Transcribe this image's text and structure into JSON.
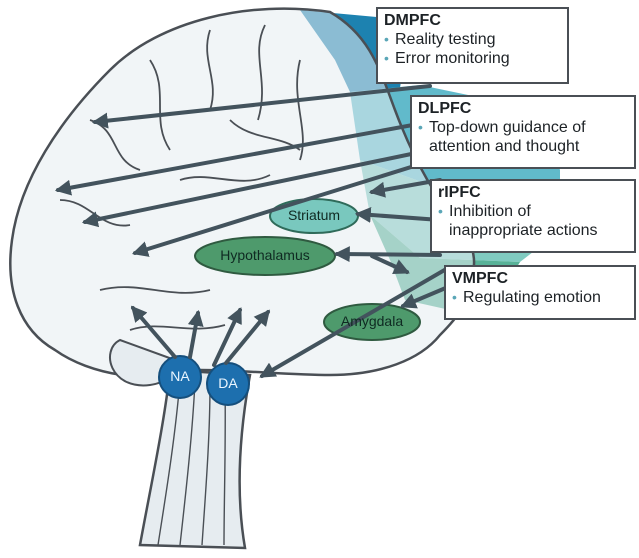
{
  "regions": [
    {
      "id": "dmpfc",
      "title": "DMPFC",
      "items": [
        "Reality testing",
        "Error monitoring"
      ]
    },
    {
      "id": "dlpfc",
      "title": "DLPFC",
      "items": [
        "Top-down guidance of attention and thought"
      ]
    },
    {
      "id": "rlpfc",
      "title": "rIPFC",
      "items": [
        "Inhibition of inappropriate actions"
      ]
    },
    {
      "id": "vmpfc",
      "title": "VMPFC",
      "items": [
        "Regulating emotion"
      ]
    }
  ],
  "structures": {
    "striatum": "Striatum",
    "hypothalamus": "Hypothalamus",
    "amygdala": "Amygdala",
    "na": "NA",
    "da": "DA"
  },
  "colors": {
    "dmpfc_region": "#1d82b0",
    "dlpfc_region": "#58b6c8",
    "rlpfc_region": "#79c8be",
    "vmpfc_region": "#4fae92",
    "subcortical_fill": "#4e9a6c",
    "brainstem_node": "#1d6fae",
    "arrow": "#43535d",
    "brain_fill": "#e6ecf0",
    "outline": "#4a4f55"
  }
}
